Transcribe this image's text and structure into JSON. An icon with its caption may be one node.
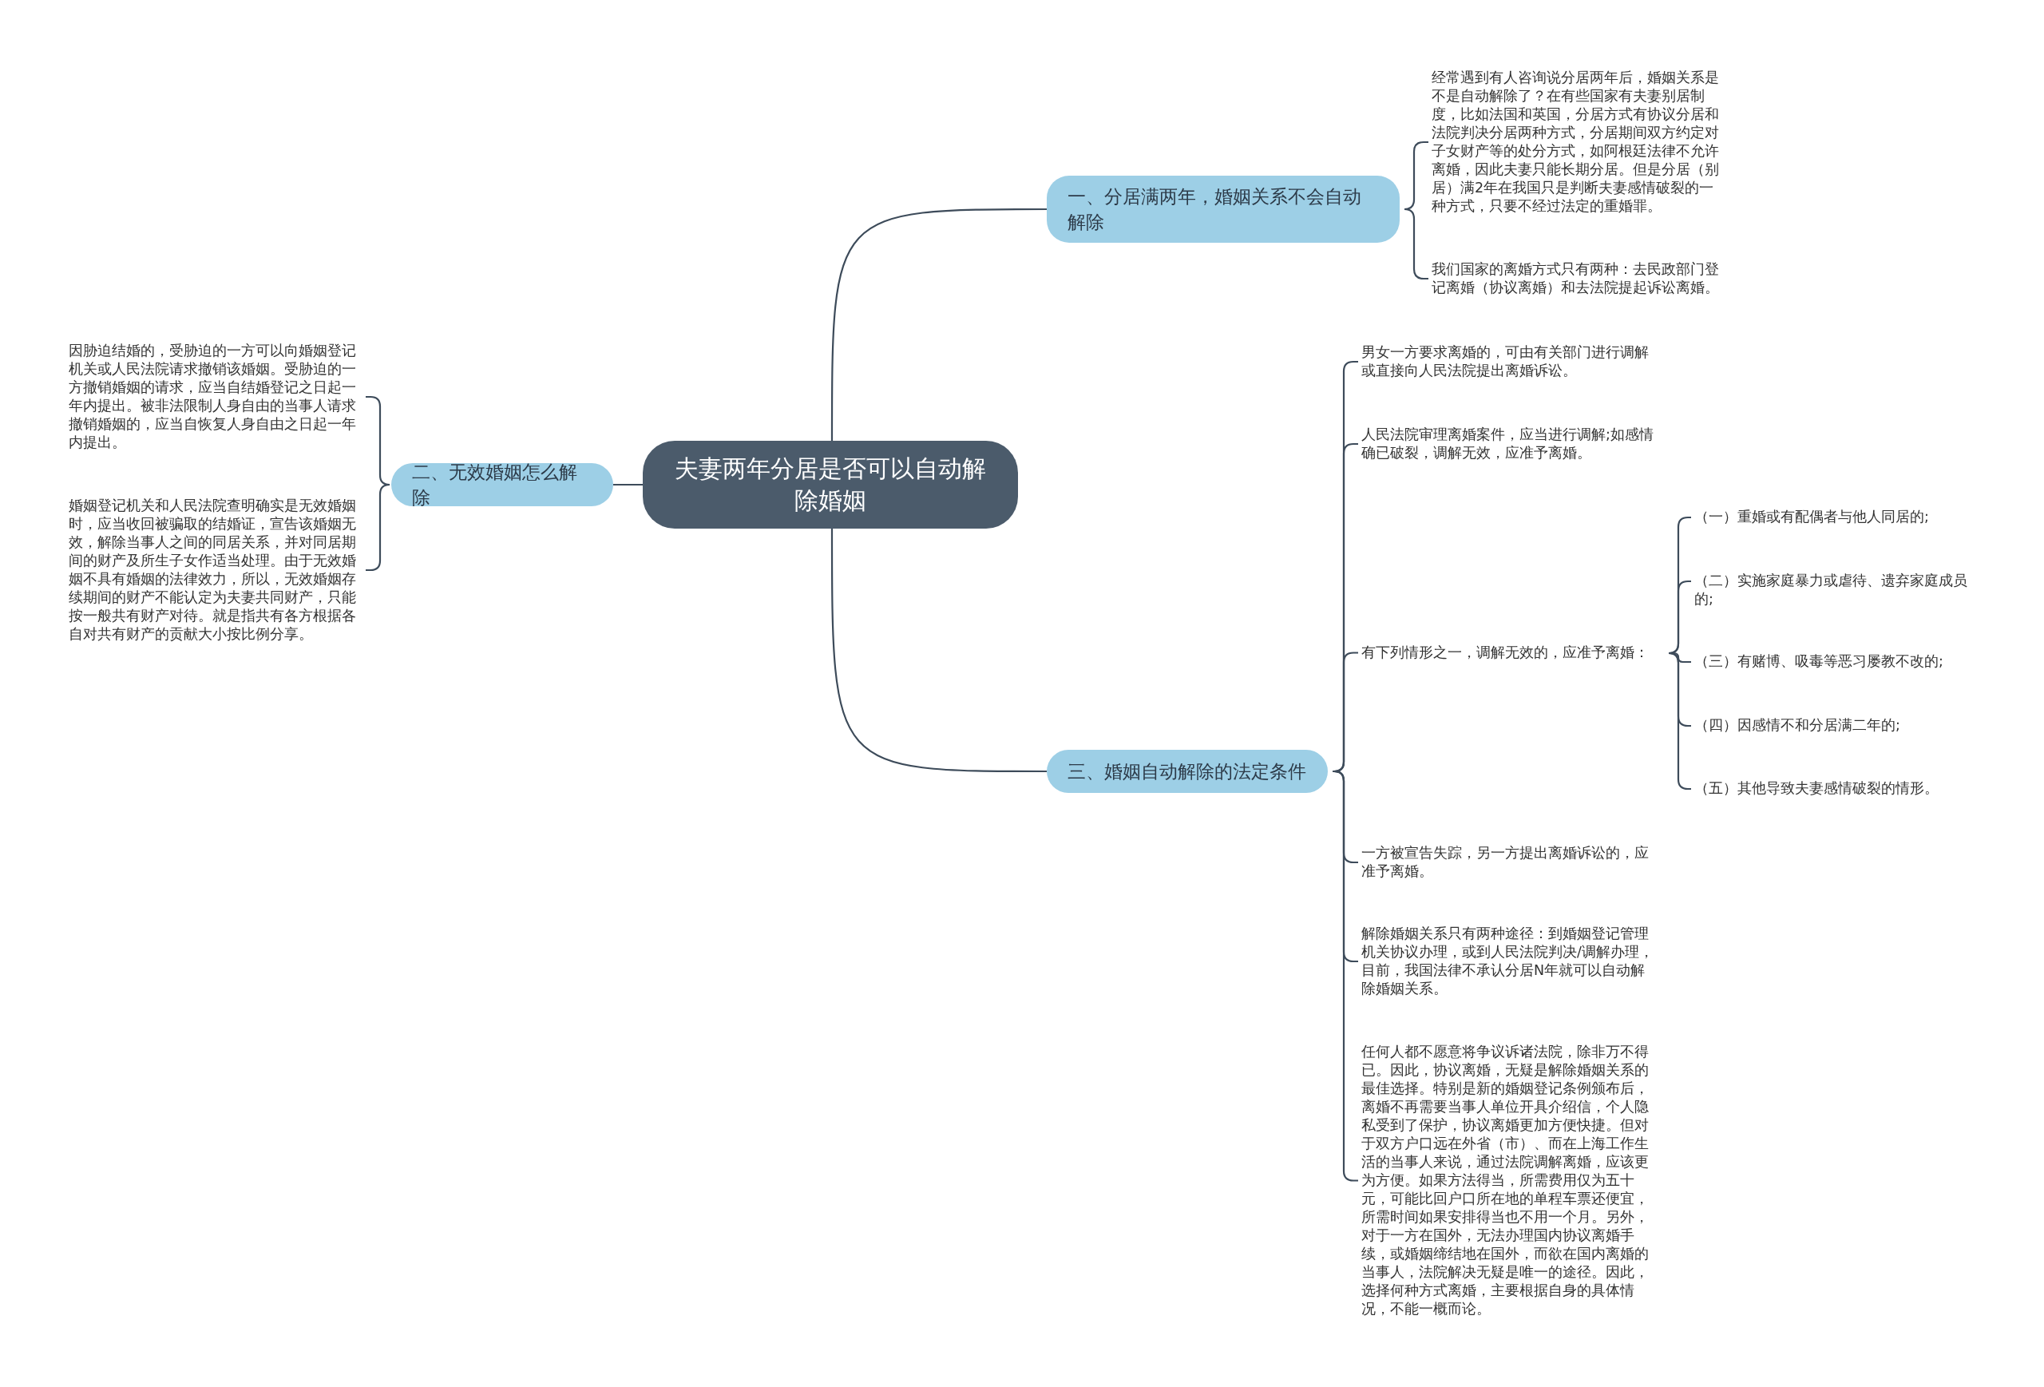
{
  "diagram": {
    "nodes": [
      {
        "text": [
          "夫妻两年分居是否可以自动解除婚姻"
        ]
      },
      {
        "text": [
          "一、分居满两年，婚姻关系不会自动解除"
        ]
      },
      {
        "text": [
          "经常遇到有人咨询说分居两年后，婚姻关系是不是自动解除了？在有些国家有夫妻别居制度，比如法国和英国，分居方式有协议分居和法院判决分居两种方式，分居期间双方约定对子女财产等的处分方式，如阿根廷法律不允许离婚，因此夫妻只能长期分居。但是分居（别居）满2年在我国只是判断夫妻感情破裂的一种方式，只要不经过法定的重婚罪。"
        ]
      },
      {
        "text": [
          "我们国家的离婚方式只有两种：去民政部门登记离婚（协议离婚）和去法院提起诉讼离婚。"
        ]
      },
      {
        "text": [
          "二、无效婚姻怎么解除"
        ]
      },
      {
        "text": [
          "因胁迫结婚的，受胁迫的一方可以向婚姻登记机关或人民法院请求撤销该婚姻。受胁迫的一方撤销婚姻的请求，应当自结婚登记之日起一年内提出。被非法限制人身自由的当事人请求撤销婚姻的，应当自恢复人身自由之日起一年内提出。"
        ]
      },
      {
        "text": [
          "婚姻登记机关和人民法院查明确实是无效婚姻时，应当收回被骗取的结婚证，宣告该婚姻无效，解除当事人之间的同居关系，并对同居期间的财产及所生子女作适当处理。由于无效婚姻不具有婚姻的法律效力，所以，无效婚姻存续期间的财产不能认定为夫妻共同财产，只能按一般共有财产对待。就是指共有各方根据各自对共有财产的贡献大小按比例分享。"
        ]
      },
      {
        "text": [
          "三、婚姻自动解除的法定条件"
        ]
      },
      {
        "text": [
          "男女一方要求离婚的，可由有关部门进行调解或直接向人民法院提出离婚诉讼。"
        ]
      },
      {
        "text": [
          "人民法院审理离婚案件，应当进行调解;如感情确已破裂，调解无效，应准予离婚。"
        ]
      },
      {
        "text": [
          "有下列情形之一，调解无效的，应准予离婚："
        ]
      },
      {
        "text": [
          "（一）重婚或有配偶者与他人同居的;"
        ]
      },
      {
        "text": [
          "（二）实施家庭暴力或虐待、遗弃家庭成员的;"
        ]
      },
      {
        "text": [
          "（三）有赌博、吸毒等恶习屡教不改的;"
        ]
      },
      {
        "text": [
          "（四）因感情不和分居满二年的;"
        ]
      },
      {
        "text": [
          "（五）其他导致夫妻感情破裂的情形。"
        ]
      },
      {
        "text": [
          "一方被宣告失踪，另一方提出离婚诉讼的，应准予离婚。"
        ]
      },
      {
        "text": [
          "解除婚姻关系只有两种途径：到婚姻登记管理机关协议办理，或到人民法院判决/调解办理，目前，我国法律不承认分居N年就可以自动解除婚姻关系。"
        ]
      },
      {
        "text": [
          "任何人都不愿意将争议诉诸法院，除非万不得已。因此，协议离婚，无疑是解除婚姻关系的最佳选择。特别是新的婚姻登记条例颁布后，离婚不再需要当事人单位开具介绍信，个人隐私受到了保护，协议离婚更加方便快捷。但对于双方户口远在外省（市）、而在上海工作生活的当事人来说，通过法院调解离婚，应该更为方便。如果方法得当，所需费用仅为五十元，可能比回户口所在地的单程车票还便宜，所需时间如果安排得当也不用一个月。另外，对于一方在国外，无法办理国内协议离婚手续，或婚姻缔结地在国外，而欲在国内离婚的当事人，法院解决无疑是唯一的途径。因此，选择何种方式离婚，主要根据自身的具体情况，不能一概而论。"
        ]
      }
    ],
    "edges": [
      {
        "from": 0,
        "to": 1,
        "arrow": "none"
      },
      {
        "from": 1,
        "to": 2,
        "arrow": "none"
      },
      {
        "from": 1,
        "to": 3,
        "arrow": "none"
      },
      {
        "from": 0,
        "to": 4,
        "arrow": "none"
      },
      {
        "from": 4,
        "to": 5,
        "arrow": "none"
      },
      {
        "from": 4,
        "to": 6,
        "arrow": "none"
      },
      {
        "from": 0,
        "to": 7,
        "arrow": "none"
      },
      {
        "from": 7,
        "to": 8,
        "arrow": "none"
      },
      {
        "from": 7,
        "to": 9,
        "arrow": "none"
      },
      {
        "from": 7,
        "to": 10,
        "arrow": "none"
      },
      {
        "from": 10,
        "to": 11,
        "arrow": "none"
      },
      {
        "from": 10,
        "to": 12,
        "arrow": "none"
      },
      {
        "from": 10,
        "to": 13,
        "arrow": "none"
      },
      {
        "from": 10,
        "to": 14,
        "arrow": "none"
      },
      {
        "from": 10,
        "to": 15,
        "arrow": "none"
      },
      {
        "from": 7,
        "to": 16,
        "arrow": "none"
      },
      {
        "from": 7,
        "to": 17,
        "arrow": "none"
      },
      {
        "from": 7,
        "to": 18,
        "arrow": "none"
      }
    ]
  }
}
